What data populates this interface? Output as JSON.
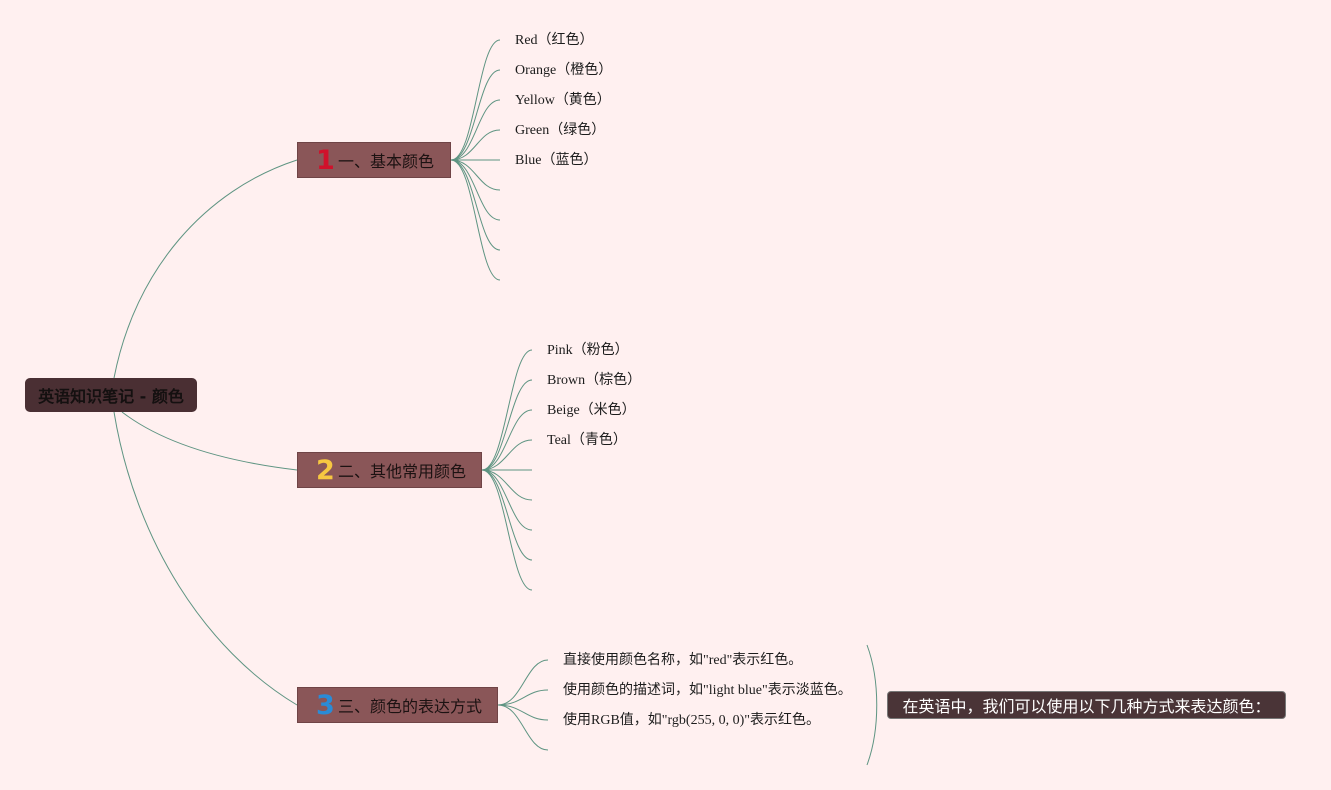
{
  "root": {
    "title": "英语知识笔记 - 颜色"
  },
  "branches": [
    {
      "number": "1",
      "number_color": "#d0112b",
      "title": "一、基本颜色",
      "leaves": [
        "Red（红色）",
        "Orange（橙色）",
        "Yellow（黄色）",
        "Green（绿色）",
        "Blue（蓝色）"
      ]
    },
    {
      "number": "2",
      "number_color": "#f7c741",
      "title": "二、其他常用颜色",
      "leaves": [
        "Pink（粉色）",
        "Brown（棕色）",
        "Beige（米色）",
        "Teal（青色）"
      ]
    },
    {
      "number": "3",
      "number_color": "#2a8bd6",
      "title": "三、颜色的表达方式",
      "leaves": [
        "直接使用颜色名称，如\"red\"表示红色。",
        "使用颜色的描述词，如\"light blue\"表示淡蓝色。",
        "使用RGB值，如\"rgb(255, 0, 0)\"表示红色。"
      ]
    }
  ],
  "summary": {
    "text": "在英语中，我们可以使用以下几种方式来表达颜色："
  },
  "colors": {
    "background": "#fff0f0",
    "connector": "#5e9482",
    "root_fill": "#4a2f33",
    "branch_fill": "#8a5658",
    "summary_fill": "#4a3437"
  }
}
